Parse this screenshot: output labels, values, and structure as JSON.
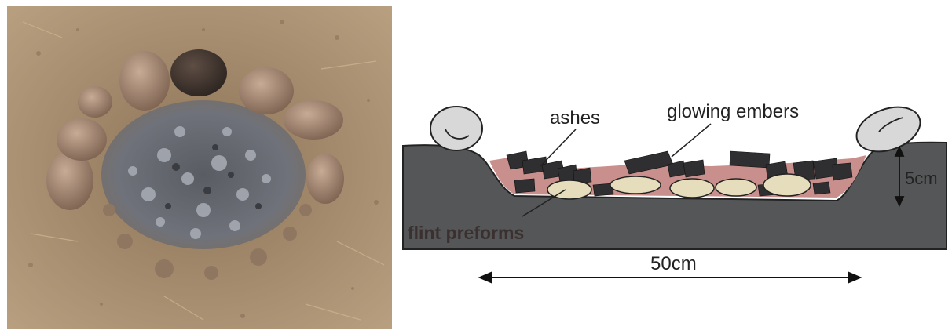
{
  "diagram": {
    "labels": {
      "ashes": "ashes",
      "glowing_embers": "glowing embers",
      "flint_preforms": "flint preforms",
      "depth": "5cm",
      "width": "50cm"
    }
  },
  "colors": {
    "soil": "#a68b6a",
    "ground_section": "#555657",
    "ash_layer": "#c98f8c",
    "charcoal": "#2f2f31",
    "flint": "#e6ddbc",
    "stone": "#d8d8d8"
  }
}
